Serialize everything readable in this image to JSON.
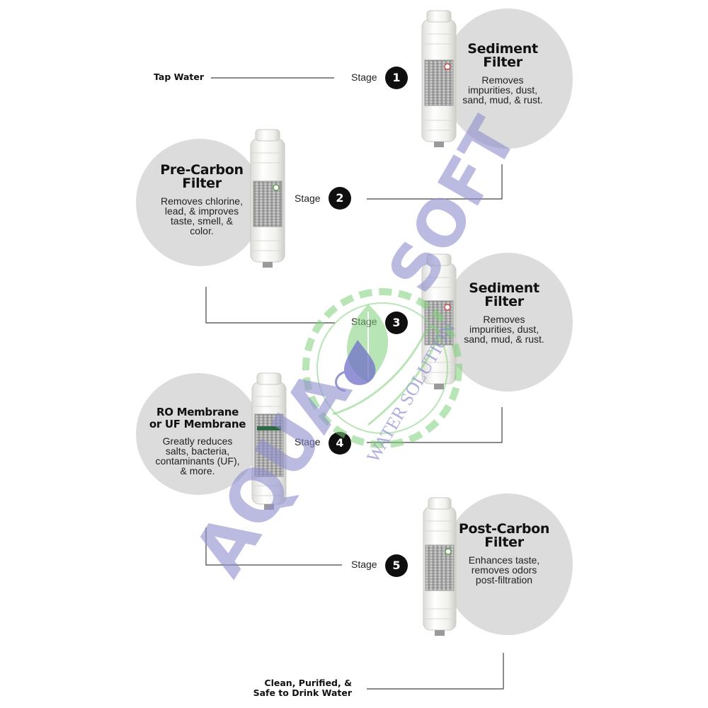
{
  "endpoints": {
    "input": "Tap Water",
    "output_line1": "Clean, Purified, &",
    "output_line2": "Safe to Drink Water"
  },
  "stage_word": "Stage",
  "stages": [
    {
      "number": "1",
      "title": [
        "Sediment",
        "Filter"
      ],
      "description": [
        "Removes",
        "impurities, dust,",
        "sand, mud, & rust."
      ]
    },
    {
      "number": "2",
      "title": [
        "Pre-Carbon",
        "Filter"
      ],
      "description": [
        "Removes chlorine,",
        "lead, & improves",
        "taste, smell, &",
        "color."
      ]
    },
    {
      "number": "3",
      "title": [
        "Sediment",
        "Filter"
      ],
      "description": [
        "Removes",
        "impurities, dust,",
        "sand, mud, & rust."
      ]
    },
    {
      "number": "4",
      "title": [
        "RO Membrane",
        "or UF Membrane"
      ],
      "description": [
        "Greatly reduces",
        "salts, bacteria,",
        "contaminants (UF),",
        "& more."
      ]
    },
    {
      "number": "5",
      "title": [
        "Post-Carbon",
        "Filter"
      ],
      "description": [
        "Enhances taste,",
        "removes odors",
        "post-filtration"
      ]
    }
  ],
  "watermark": {
    "brand_left": "AQUA",
    "brand_right": "SOFT",
    "tagline": "WATER SOLUTION",
    "color": "#8f8fd0"
  },
  "colors": {
    "circle": "#dcdcdc",
    "badge": "#0f0f0f",
    "line": "#444444",
    "cartridge": "#f4f4f2",
    "label_silver": "#b8b8b8",
    "logo_green": "#7fd07a"
  }
}
